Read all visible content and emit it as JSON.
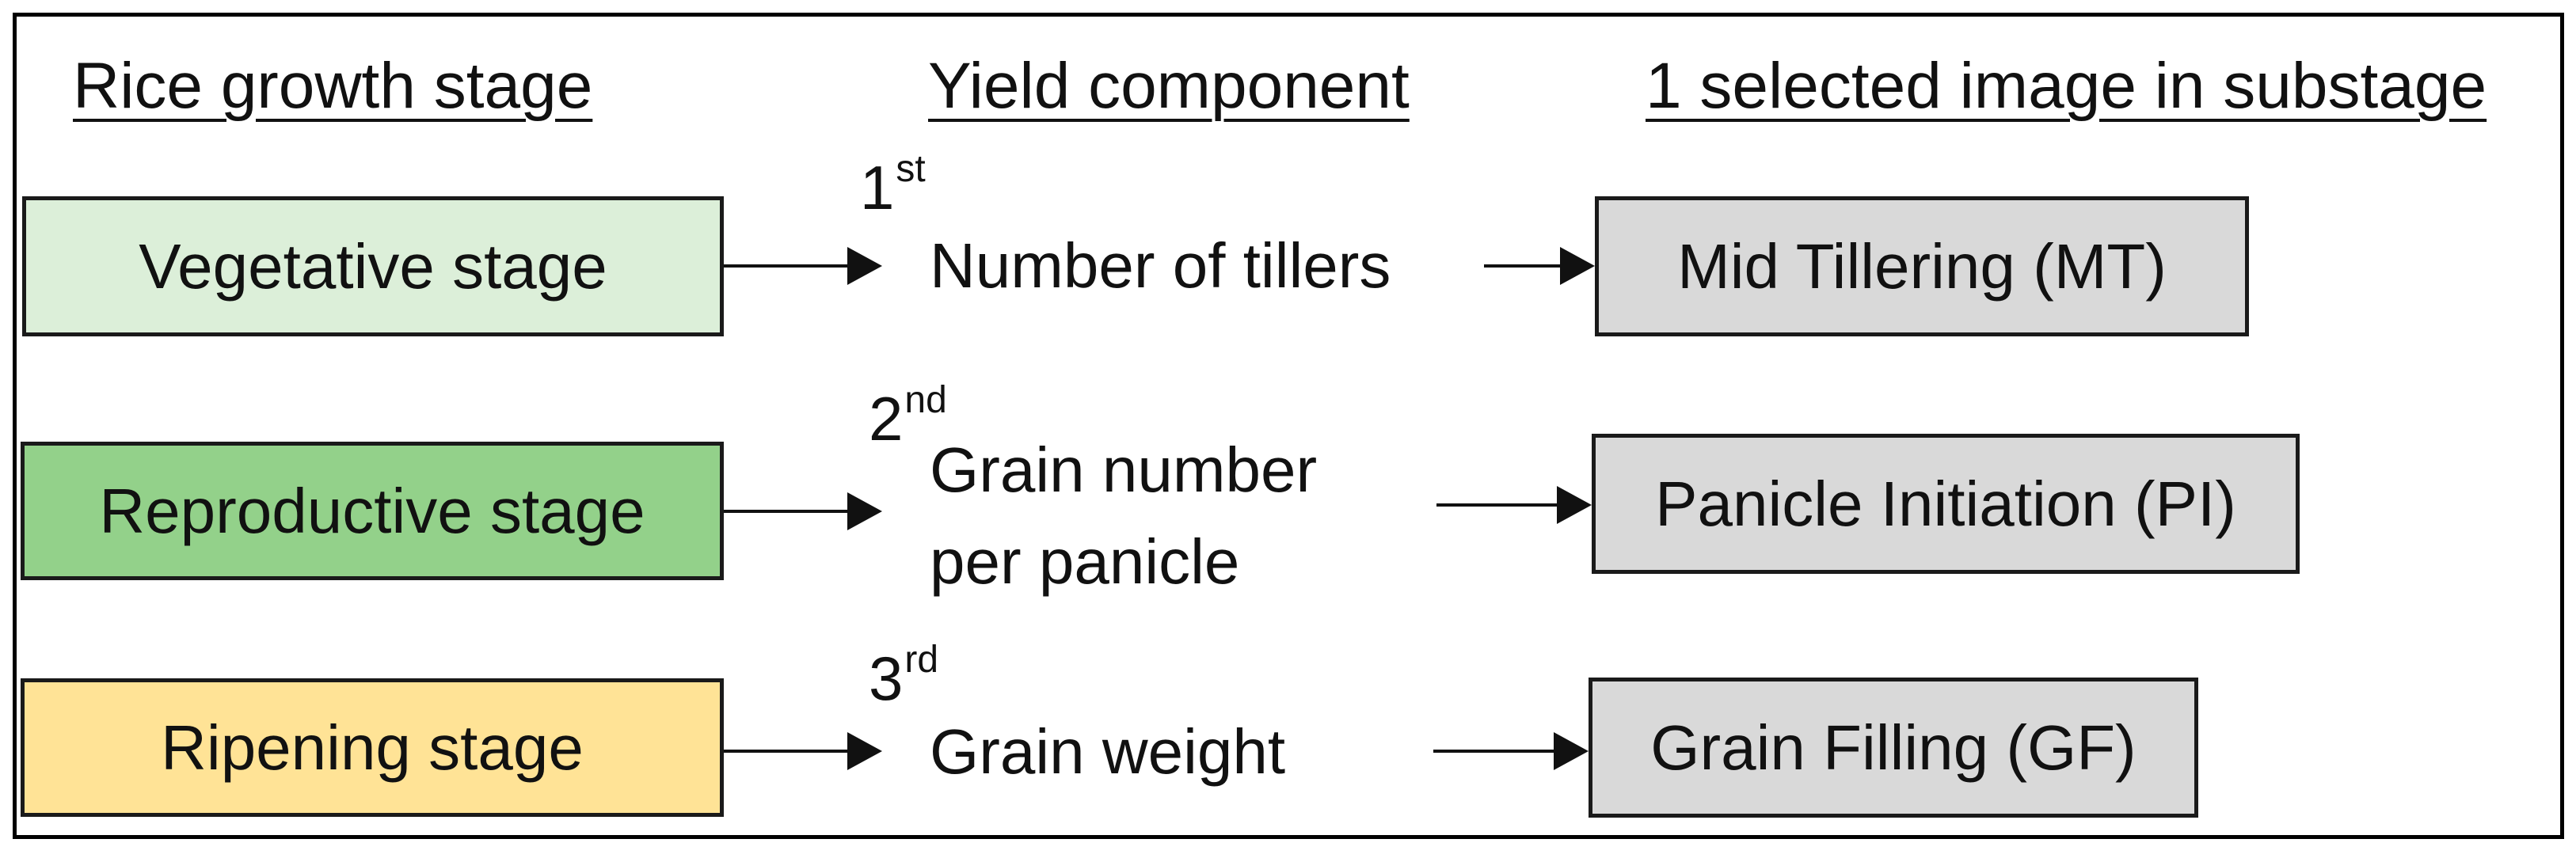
{
  "headers": {
    "growth_stage": "Rice growth stage",
    "yield_component": "Yield component",
    "selected_image": "1 selected image in substage"
  },
  "rows": [
    {
      "stage": "Vegetative stage",
      "stage_color": "#dcefd9",
      "rank": "1",
      "rank_suffix": "st",
      "component_line1": "Number of tillers",
      "component_line2": "",
      "substage": "Mid Tillering (MT)"
    },
    {
      "stage": "Reproductive stage",
      "stage_color": "#93d18a",
      "rank": "2",
      "rank_suffix": "nd",
      "component_line1": "Grain number",
      "component_line2": "per panicle",
      "substage": "Panicle Initiation (PI)"
    },
    {
      "stage": "Ripening stage",
      "stage_color": "#ffe396",
      "rank": "3",
      "rank_suffix": "rd",
      "component_line1": "Grain weight",
      "component_line2": "",
      "substage": "Grain Filling (GF)"
    }
  ],
  "colors": {
    "substage_fill": "#d9d9d9",
    "border": "#1a1a1a"
  }
}
